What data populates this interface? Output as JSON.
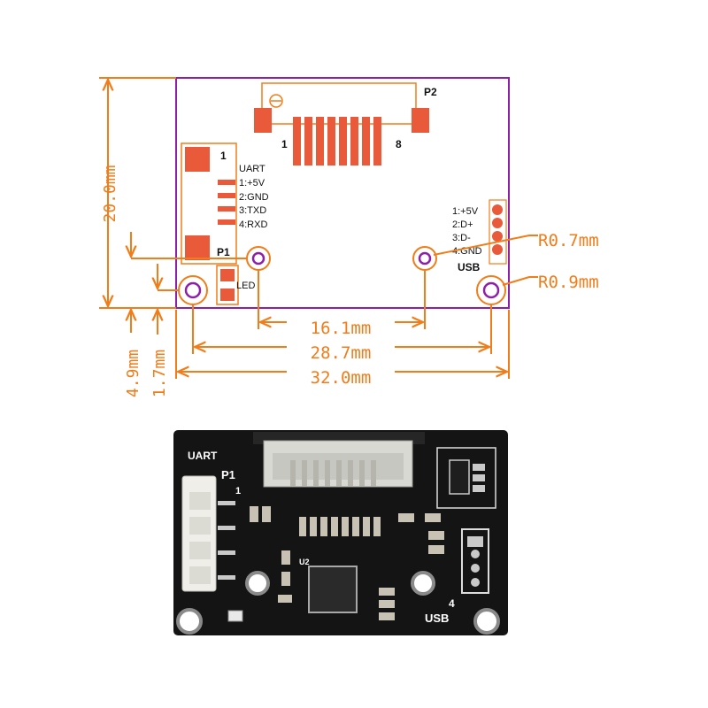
{
  "colors": {
    "dimension": "#f07d1a",
    "outline": "#8e1fa8",
    "pad": "#e85a3a",
    "pcb": "#141414",
    "silkscreen": "#ffffff"
  },
  "drawing": {
    "p2_label": "P2",
    "p2_pin_first": "1",
    "p2_pin_last": "8",
    "p1_label": "P1",
    "p1_pin_mark": "1",
    "uart_title": "UART",
    "uart_pins": [
      "1:+5V",
      "2:GND",
      "3:TXD",
      "4:RXD"
    ],
    "led_label": "LED",
    "usb_pins": [
      "1:+5V",
      "2:D+",
      "3:D-",
      "4:GND"
    ],
    "usb_label": "USB"
  },
  "dimensions": {
    "height": "20.0mm",
    "inner_hole_spacing": "16.1mm",
    "outer_hole_spacing": "28.7mm",
    "board_width": "32.0mm",
    "offset_large": "4.9mm",
    "offset_small": "1.7mm",
    "inner_hole_radius": "R0.7mm",
    "outer_hole_radius": "R0.9mm"
  },
  "photo": {
    "uart_silk": "UART",
    "p1_silk": "P1",
    "usb_silk": "USB",
    "p1_pin_silk": "1",
    "usb_pin_silk": "4",
    "chip_silk": "U2"
  }
}
